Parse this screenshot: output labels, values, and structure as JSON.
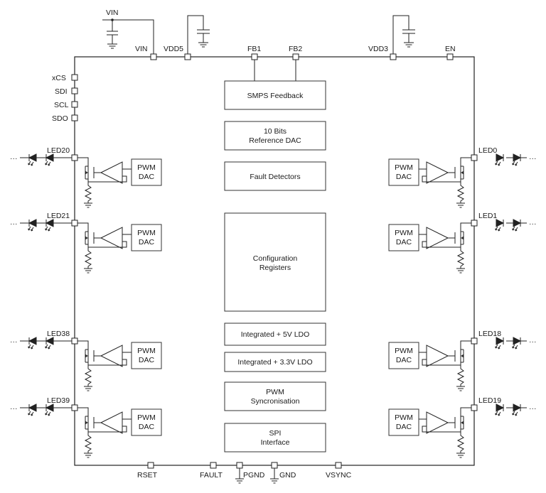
{
  "pins": {
    "top": [
      "VIN",
      "VDD5",
      "FB1",
      "FB2",
      "VDD3",
      "EN"
    ],
    "vin_supply": "VIN",
    "left_spi": [
      "xCS",
      "SDI",
      "SCL",
      "SDO"
    ],
    "bottom": [
      "RSET",
      "FAULT",
      "PGND",
      "GND",
      "VSYNC"
    ]
  },
  "blocks": {
    "smps": [
      "SMPS Feedback"
    ],
    "dac": [
      "10 Bits",
      "Reference DAC"
    ],
    "fault": [
      "Fault Detectors"
    ],
    "config": [
      "Configuration",
      "Registers"
    ],
    "ldo5": [
      "Integrated + 5V LDO"
    ],
    "ldo33": [
      "Integrated + 3.3V LDO"
    ],
    "pwm_sync": [
      "PWM",
      "Syncronisation"
    ],
    "spi": [
      "SPI",
      "Interface"
    ]
  },
  "pwm_dac_label": [
    "PWM",
    "DAC"
  ],
  "ellipsis": "···",
  "left_channels": [
    "LED20",
    "LED21",
    "LED38",
    "LED39"
  ],
  "right_channels": [
    "LED0",
    "LED1",
    "LED18",
    "LED19"
  ]
}
